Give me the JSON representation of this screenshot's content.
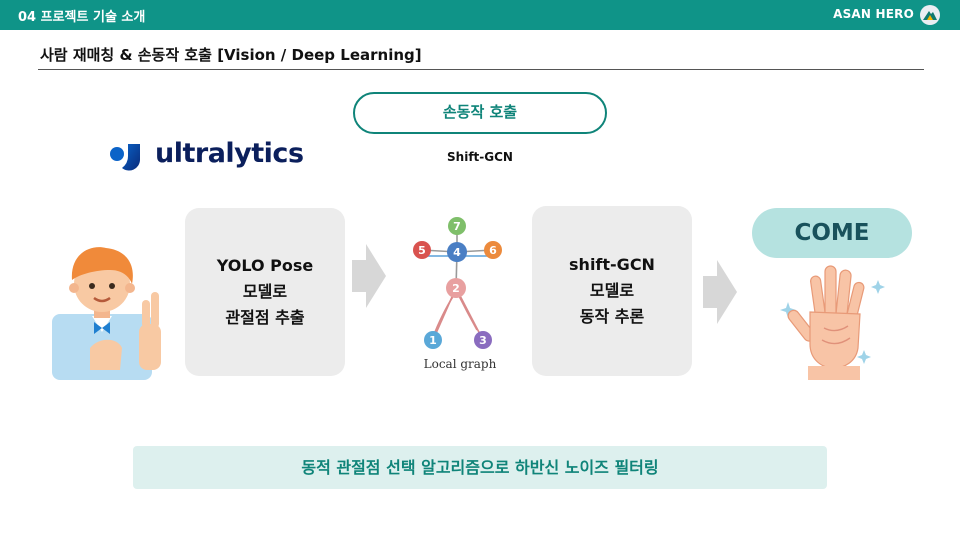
{
  "header": {
    "section": "04 프로젝트 기술 소개",
    "brand": "ASAN HERO"
  },
  "slide": {
    "title": "사람 재매칭 & 손동작 호출 [Vision / Deep Learning]"
  },
  "gesture": {
    "pill_label": "손동작 호출",
    "model_caption": "Shift-GCN"
  },
  "logo": {
    "text": "ultralytics"
  },
  "pipeline": {
    "step1": {
      "line1": "YOLO Pose",
      "line2": "모델로",
      "line3": "관절점 추출"
    },
    "graph_label": "Local graph",
    "graph_nodes": [
      "7",
      "5",
      "4",
      "6",
      "2",
      "1",
      "3"
    ],
    "step2": {
      "line1": "shift-GCN",
      "line2": "모델로",
      "line3": "동작 추론"
    },
    "result": "COME"
  },
  "banner": {
    "text": "동적 관절점 선택 알고리즘으로 하반신 노이즈 필터링"
  },
  "colors": {
    "teal": "#0f9488",
    "teal_dark": "#0f8479",
    "box_gray": "#ececec",
    "come_bg": "#b5e2e0",
    "banner_bg": "#ddf0ee"
  },
  "icons": [
    "person-raising-hand-icon",
    "open-hand-icon",
    "skeleton-graph-icon",
    "ultralytics-logo-icon",
    "asan-hero-logo-icon"
  ]
}
